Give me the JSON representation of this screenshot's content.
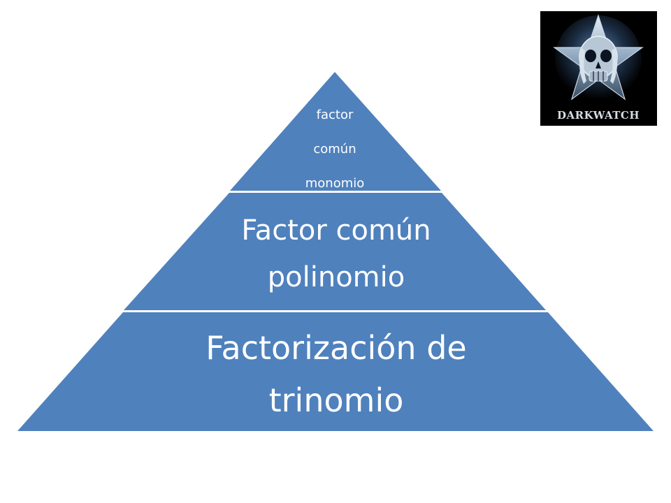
{
  "diagram": {
    "type": "pyramid",
    "fill_color": "#4f81bd",
    "divider_color": "#ffffff",
    "text_color": "#ffffff",
    "levels": [
      {
        "lines": [
          "factor",
          "común",
          "monomio"
        ]
      },
      {
        "lines": [
          "Factor común",
          "polinomio"
        ]
      },
      {
        "lines": [
          "Factorización de",
          "trinomio"
        ]
      }
    ]
  },
  "logo": {
    "label": "DARKWATCH",
    "icon": "skull-star-emblem-icon",
    "background": "#000000"
  }
}
